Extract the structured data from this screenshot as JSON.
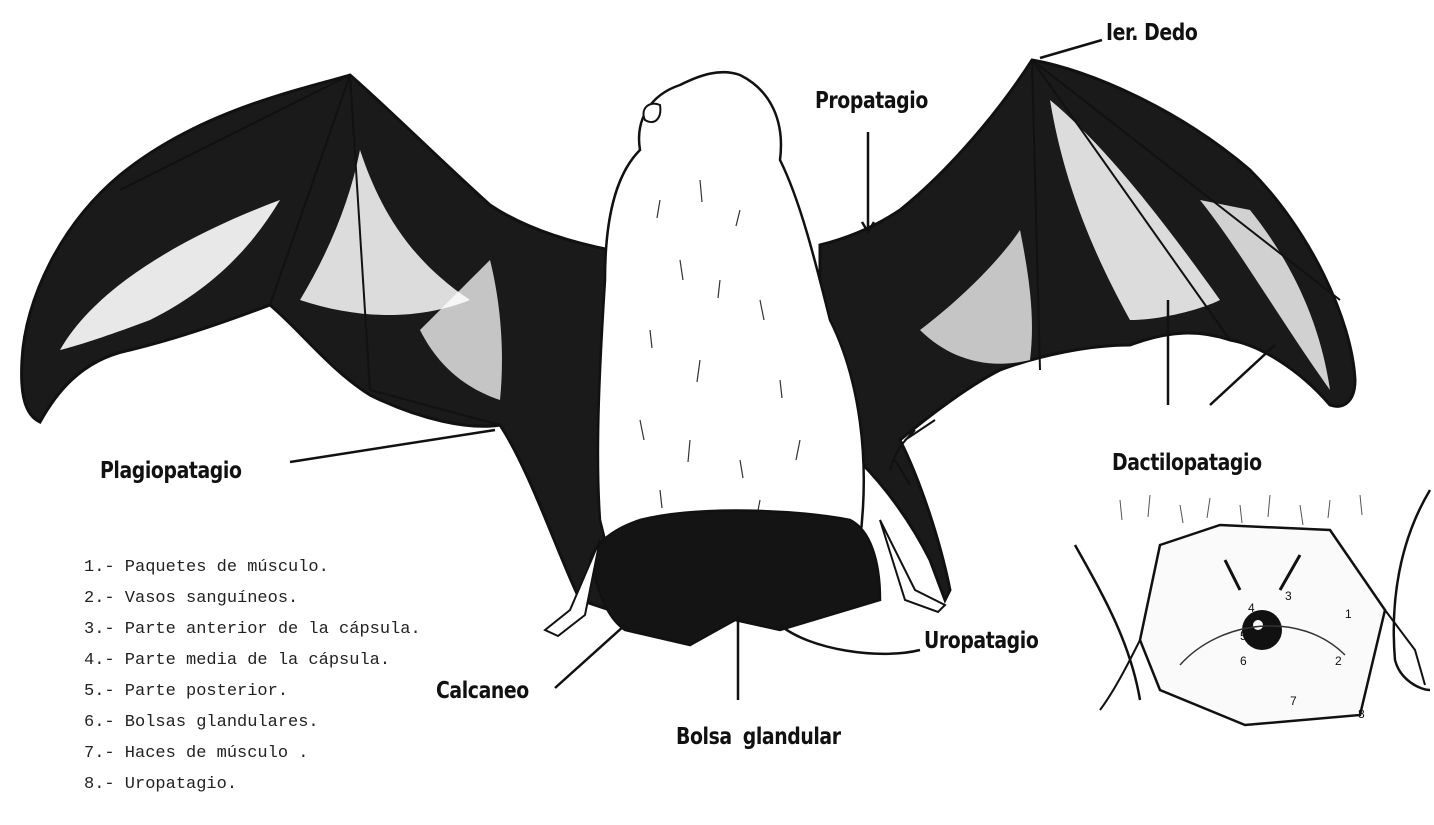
{
  "labels": {
    "first_finger": "Ier. Dedo",
    "propatagio": "Propatagio",
    "plagiopatagio": "Plagiopatagio",
    "dactilopatagio": "Dactilopatagio",
    "uropatagio": "Uropatagio",
    "calcaneo": "Calcaneo",
    "bolsa_glandular": "Bolsa glandular"
  },
  "legend": [
    "1.- Paquetes de músculo.",
    "2.- Vasos sanguíneos.",
    "3.- Parte anterior de la cápsula.",
    "4.- Parte media de la cápsula.",
    "5.- Parte posterior.",
    "6.- Bolsas glandulares.",
    "7.- Haces de músculo .",
    "8.- Uropatagio."
  ],
  "inset_numbers": [
    "1",
    "2",
    "3",
    "4",
    "5",
    "6",
    "7",
    "8"
  ]
}
